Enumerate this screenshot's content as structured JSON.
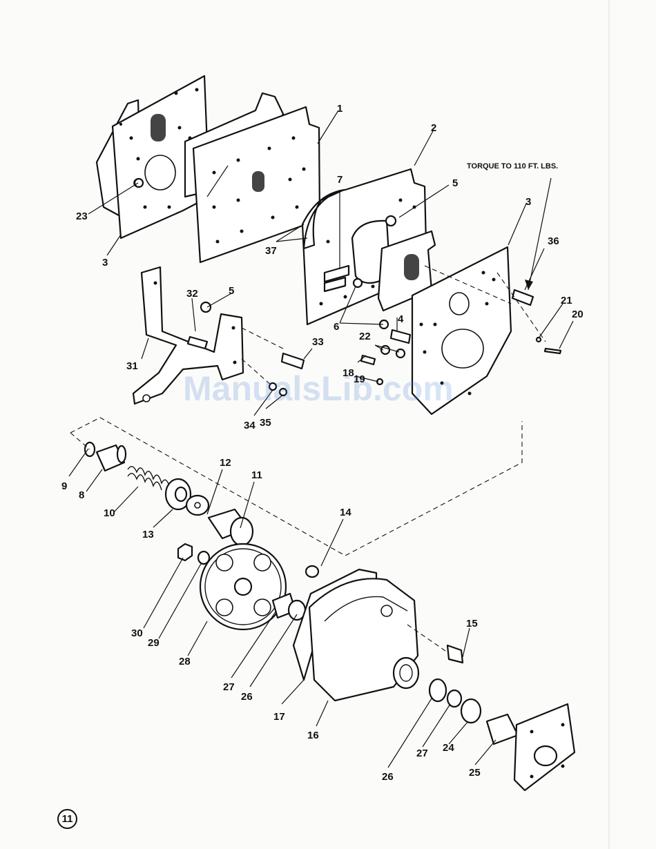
{
  "note": {
    "torque": "TORQUE TO 110 FT. LBS."
  },
  "watermark": "ManualsLib.com",
  "page_number": "11",
  "callouts": [
    {
      "id": "1",
      "text": "1"
    },
    {
      "id": "2",
      "text": "2"
    },
    {
      "id": "3a",
      "text": "3"
    },
    {
      "id": "3b",
      "text": "3"
    },
    {
      "id": "4",
      "text": "4"
    },
    {
      "id": "5a",
      "text": "5"
    },
    {
      "id": "5b",
      "text": "5"
    },
    {
      "id": "6",
      "text": "6"
    },
    {
      "id": "7",
      "text": "7"
    },
    {
      "id": "8",
      "text": "8"
    },
    {
      "id": "9",
      "text": "9"
    },
    {
      "id": "10",
      "text": "10"
    },
    {
      "id": "11",
      "text": "11"
    },
    {
      "id": "12",
      "text": "12"
    },
    {
      "id": "13",
      "text": "13"
    },
    {
      "id": "14",
      "text": "14"
    },
    {
      "id": "15",
      "text": "15"
    },
    {
      "id": "16",
      "text": "16"
    },
    {
      "id": "17",
      "text": "17"
    },
    {
      "id": "18",
      "text": "18"
    },
    {
      "id": "19",
      "text": "19"
    },
    {
      "id": "20",
      "text": "20"
    },
    {
      "id": "21",
      "text": "21"
    },
    {
      "id": "22",
      "text": "22"
    },
    {
      "id": "23",
      "text": "23"
    },
    {
      "id": "24",
      "text": "24"
    },
    {
      "id": "25",
      "text": "25"
    },
    {
      "id": "26a",
      "text": "26"
    },
    {
      "id": "26b",
      "text": "26"
    },
    {
      "id": "27a",
      "text": "27"
    },
    {
      "id": "27b",
      "text": "27"
    },
    {
      "id": "28",
      "text": "28"
    },
    {
      "id": "29",
      "text": "29"
    },
    {
      "id": "30",
      "text": "30"
    },
    {
      "id": "31",
      "text": "31"
    },
    {
      "id": "32",
      "text": "32"
    },
    {
      "id": "33",
      "text": "33"
    },
    {
      "id": "34",
      "text": "34"
    },
    {
      "id": "35",
      "text": "35"
    },
    {
      "id": "36",
      "text": "36"
    },
    {
      "id": "37",
      "text": "37"
    }
  ]
}
